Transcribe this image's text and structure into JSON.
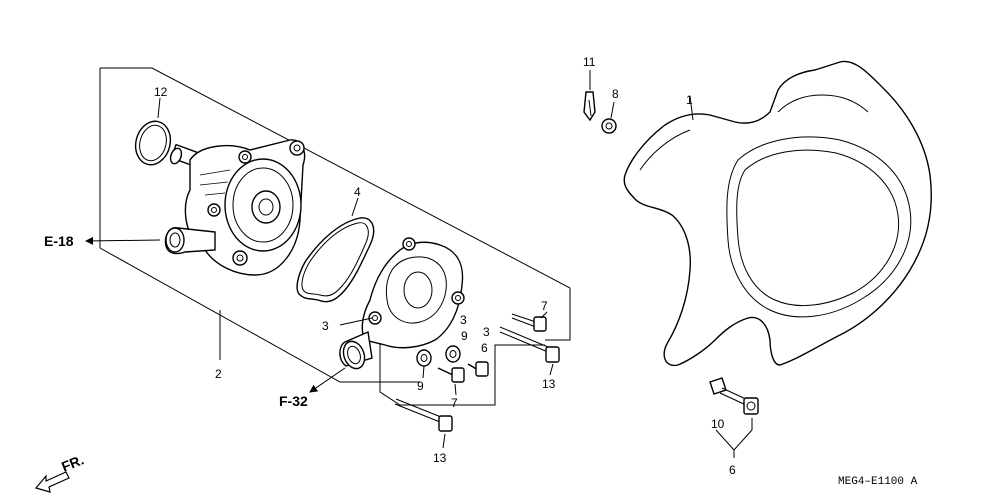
{
  "callouts": {
    "c1": "1",
    "c2": "2",
    "c3a": "3",
    "c3b": "3",
    "c3c": "3",
    "c4": "4",
    "c6a": "6",
    "c6b": "6",
    "c7a": "7",
    "c7b": "7",
    "c8": "8",
    "c9a": "9",
    "c9b": "9",
    "c10": "10",
    "c11": "11",
    "c12": "12",
    "c13a": "13",
    "c13b": "13"
  },
  "refs": {
    "e18": "E-18",
    "f32": "F-32",
    "fr": "FR."
  },
  "diagram_code": "MEG4–E1100 A"
}
